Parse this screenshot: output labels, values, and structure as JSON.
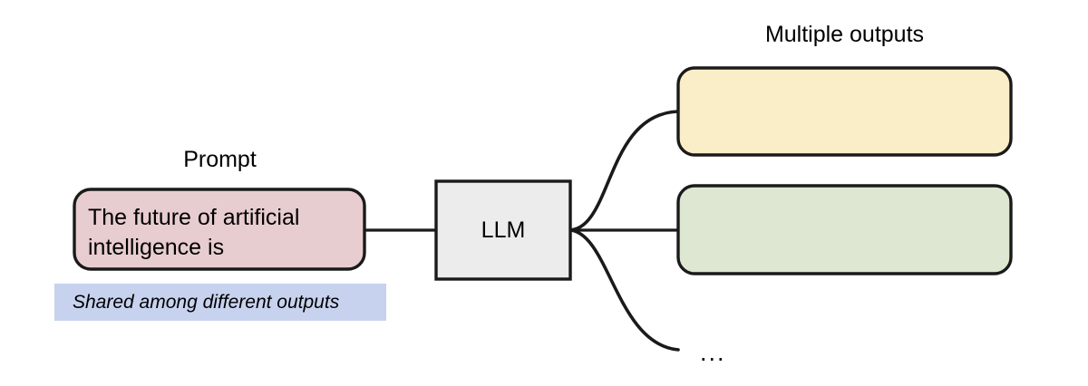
{
  "diagram": {
    "title_left": "Prompt",
    "title_right": "Multiple outputs",
    "prompt_text": "The future of artificial intelligence is",
    "model_label": "LLM",
    "shared_note": "Shared among different outputs",
    "ellipsis": "...",
    "colors": {
      "prompt_fill": "#e8cdd0",
      "model_fill": "#ececec",
      "output_1_fill": "#faeec8",
      "output_2_fill": "#dde7d2",
      "note_fill": "#c7d2ef",
      "stroke": "#1a1a1a",
      "background": "#ffffff"
    },
    "outputs": [
      {
        "name": "output-box-1",
        "fill": "#faeec8",
        "text": ""
      },
      {
        "name": "output-box-2",
        "fill": "#dde7d2",
        "text": ""
      },
      {
        "name": "output-box-more",
        "fill": "",
        "text": "..."
      }
    ]
  }
}
